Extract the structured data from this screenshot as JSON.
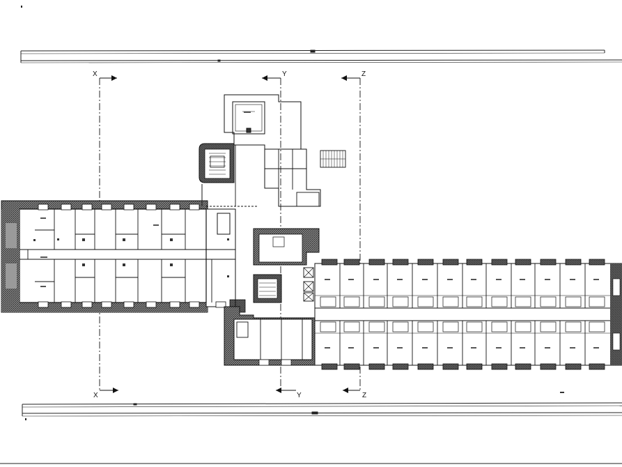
{
  "section_markers": {
    "x_top": "X",
    "y_top": "Y",
    "z_top": "Z",
    "x_bottom": "X",
    "y_bottom": "Y",
    "z_bottom": "Z"
  },
  "colors": {
    "ink": "#1a1a1a",
    "hatch": "#555555",
    "paper": "#ffffff"
  }
}
